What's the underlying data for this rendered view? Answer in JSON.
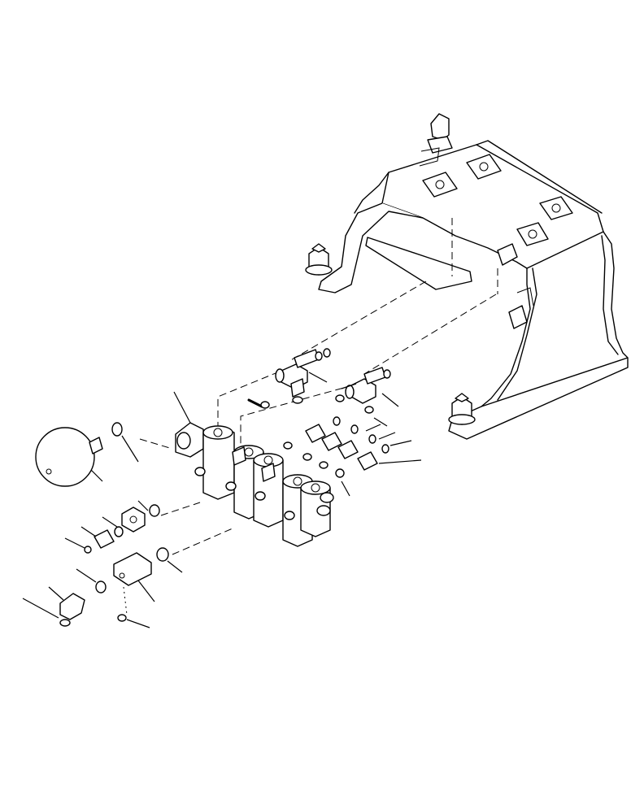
{
  "diagram": {
    "kind": "exploded-parts-view",
    "colors": {
      "line": "#000000",
      "background": "#ffffff"
    },
    "assemblies": [
      {
        "name": "mounting-bracket"
      },
      {
        "name": "valve-block"
      },
      {
        "name": "accumulator"
      },
      {
        "name": "fittings-and-seals"
      }
    ]
  }
}
